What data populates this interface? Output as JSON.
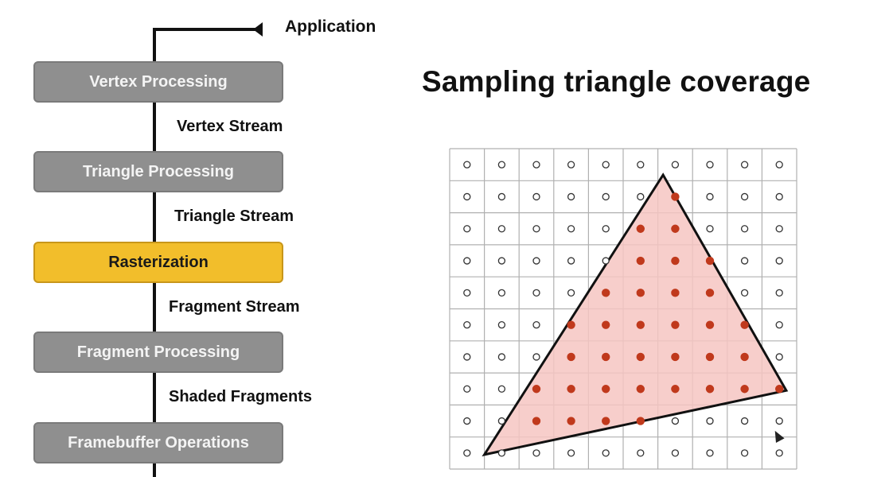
{
  "pipeline": {
    "application_label": "Application",
    "stages": [
      {
        "label": "Vertex Processing",
        "active": false
      },
      {
        "label": "Triangle Processing",
        "active": false
      },
      {
        "label": "Rasterization",
        "active": true
      },
      {
        "label": "Fragment Processing",
        "active": false
      },
      {
        "label": "Framebuffer Operations",
        "active": false
      }
    ],
    "streams": [
      {
        "label": "Vertex Stream"
      },
      {
        "label": "Triangle Stream"
      },
      {
        "label": "Fragment Stream"
      },
      {
        "label": "Shaded Fragments"
      }
    ]
  },
  "coverage": {
    "title": "Sampling triangle coverage",
    "grid": {
      "columns": 10,
      "rows": 10
    },
    "triangle_vertices": [
      [
        6.15,
        0.82
      ],
      [
        9.7,
        7.55
      ],
      [
        1.0,
        9.55
      ]
    ],
    "colors": {
      "grid_line": "#b0b0b0",
      "triangle_fill": "#f6c6c2",
      "triangle_stroke": "#111111",
      "covered_sample": "#c0391c",
      "uncovered_sample": "#333333",
      "active_stage": "#f2be2b",
      "inactive_stage": "#8f8f8f"
    }
  }
}
